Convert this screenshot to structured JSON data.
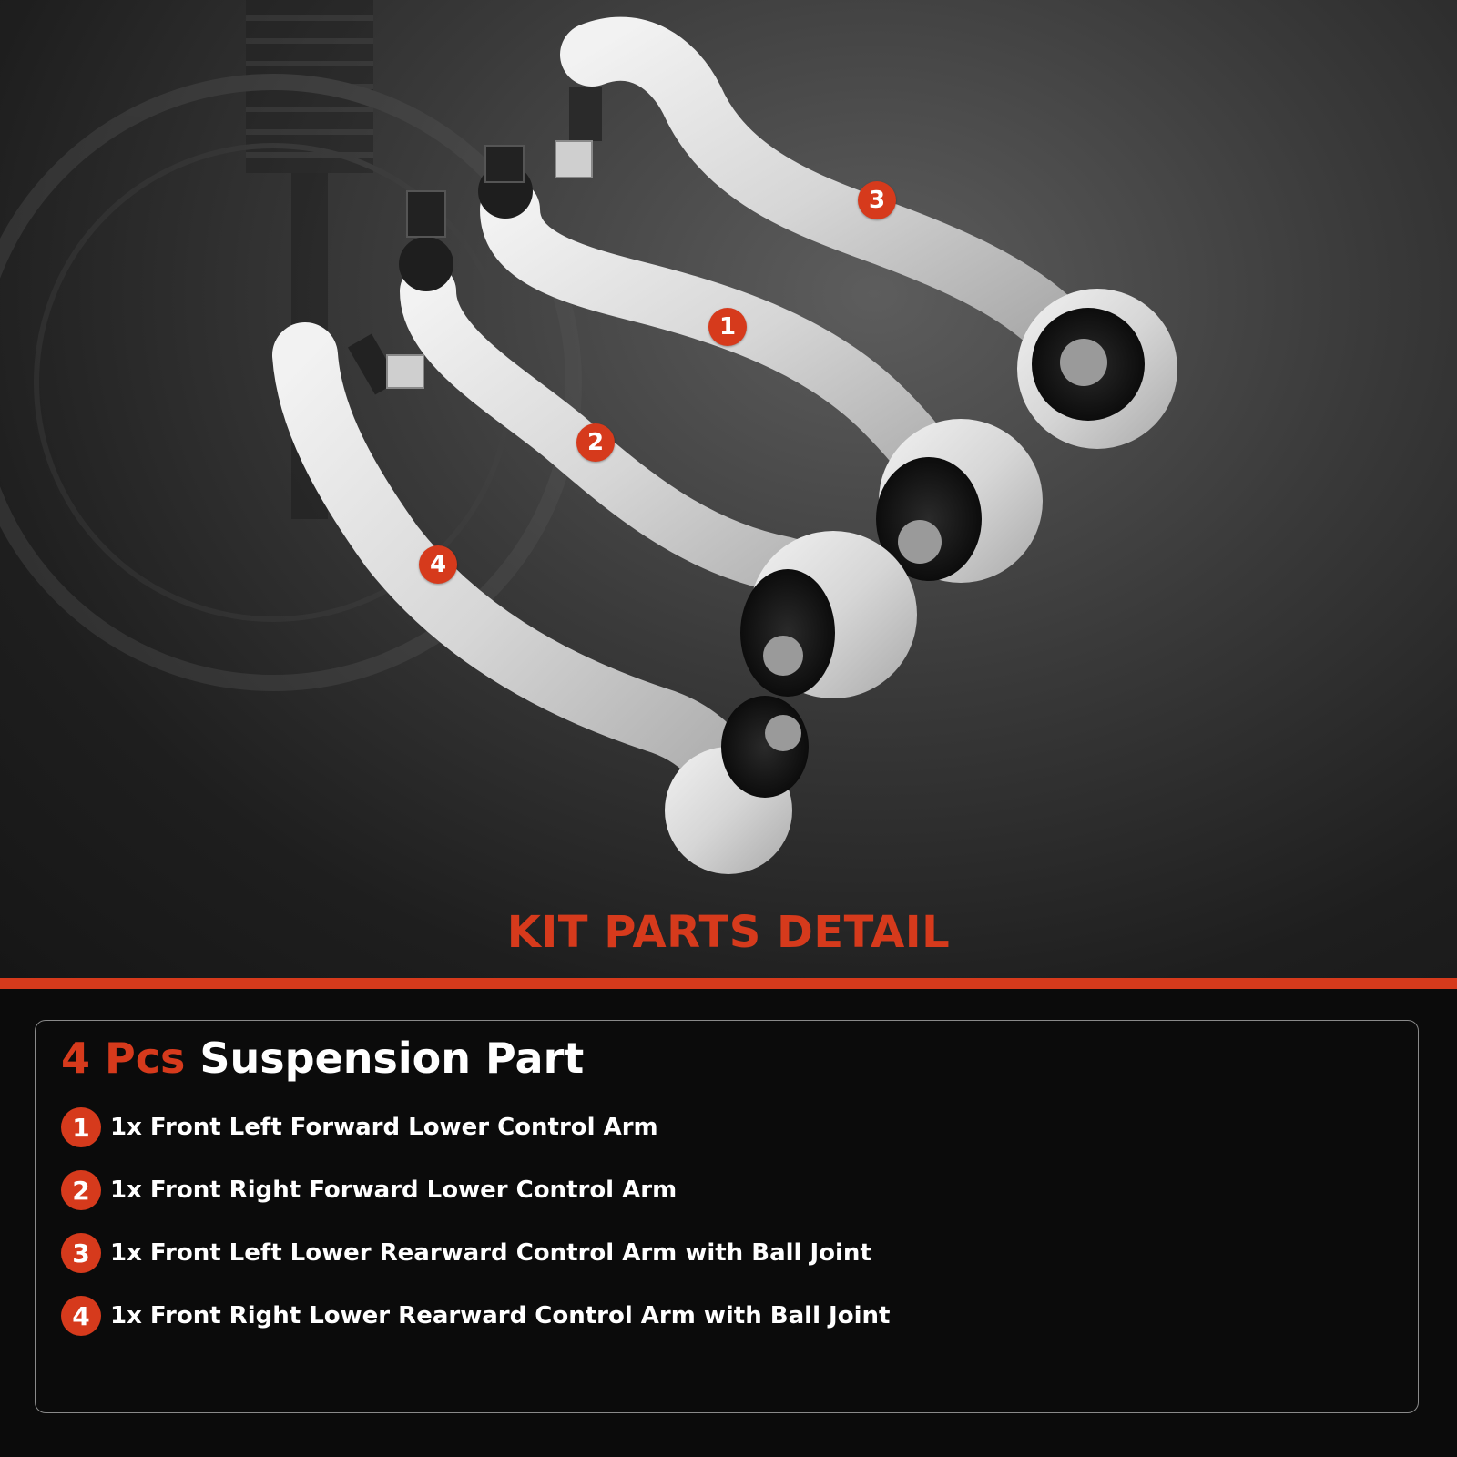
{
  "kit_title": "KIT PARTS DETAIL",
  "heading": {
    "count": "4 Pcs",
    "title": "Suspension Part"
  },
  "items": [
    {
      "num": "1",
      "text": "1x Front Left Forward Lower Control Arm"
    },
    {
      "num": "2",
      "text": "1x Front Right Forward Lower Control Arm"
    },
    {
      "num": "3",
      "text": "1x Front Left Lower Rearward Control Arm with Ball Joint"
    },
    {
      "num": "4",
      "text": "1x Front Right Lower Rearward Control Arm with Ball Joint"
    }
  ],
  "callouts": [
    "1",
    "2",
    "3",
    "4"
  ],
  "colors": {
    "accent": "#d63a1c",
    "background": "#0b0b0b",
    "part_silver": "#d9d9d9"
  }
}
